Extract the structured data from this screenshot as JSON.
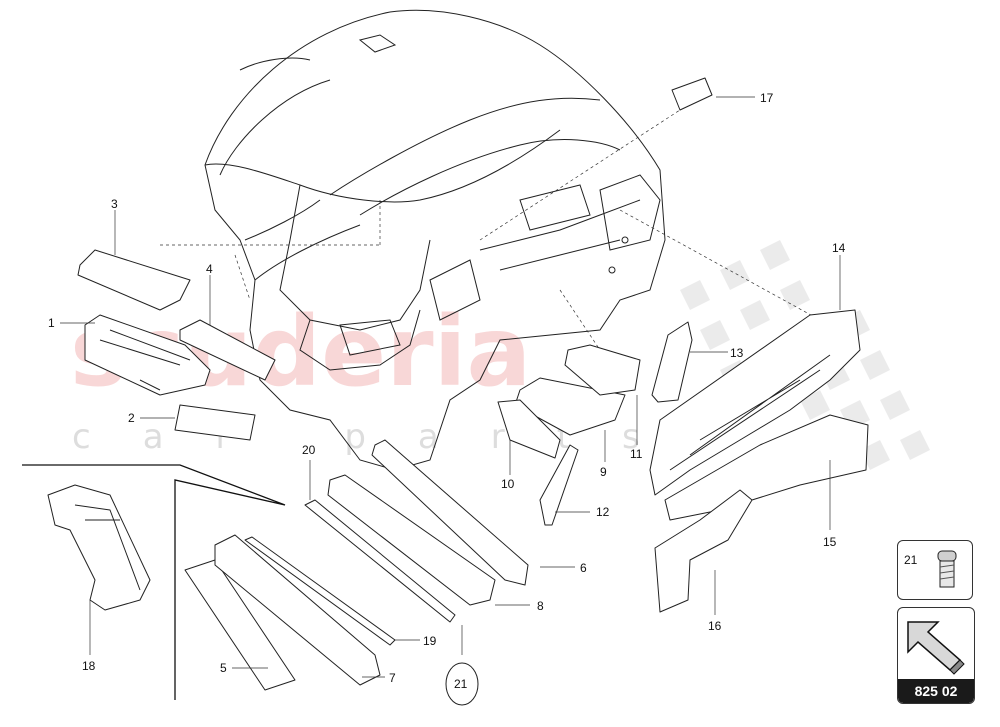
{
  "watermark": {
    "main": "scuderia",
    "sub": "car parts"
  },
  "callouts": {
    "c1": "1",
    "c2": "2",
    "c3": "3",
    "c4": "4",
    "c5": "5",
    "c6": "6",
    "c7": "7",
    "c8": "8",
    "c9": "9",
    "c10": "10",
    "c11": "11",
    "c12": "12",
    "c13": "13",
    "c14": "14",
    "c15": "15",
    "c16": "16",
    "c17": "17",
    "c18": "18",
    "c19": "19",
    "c20": "20",
    "c21": "21"
  },
  "reference_box": {
    "part_number": "21"
  },
  "navigation": {
    "page_code": "825 02",
    "icon": "arrow-up-left-icon"
  }
}
